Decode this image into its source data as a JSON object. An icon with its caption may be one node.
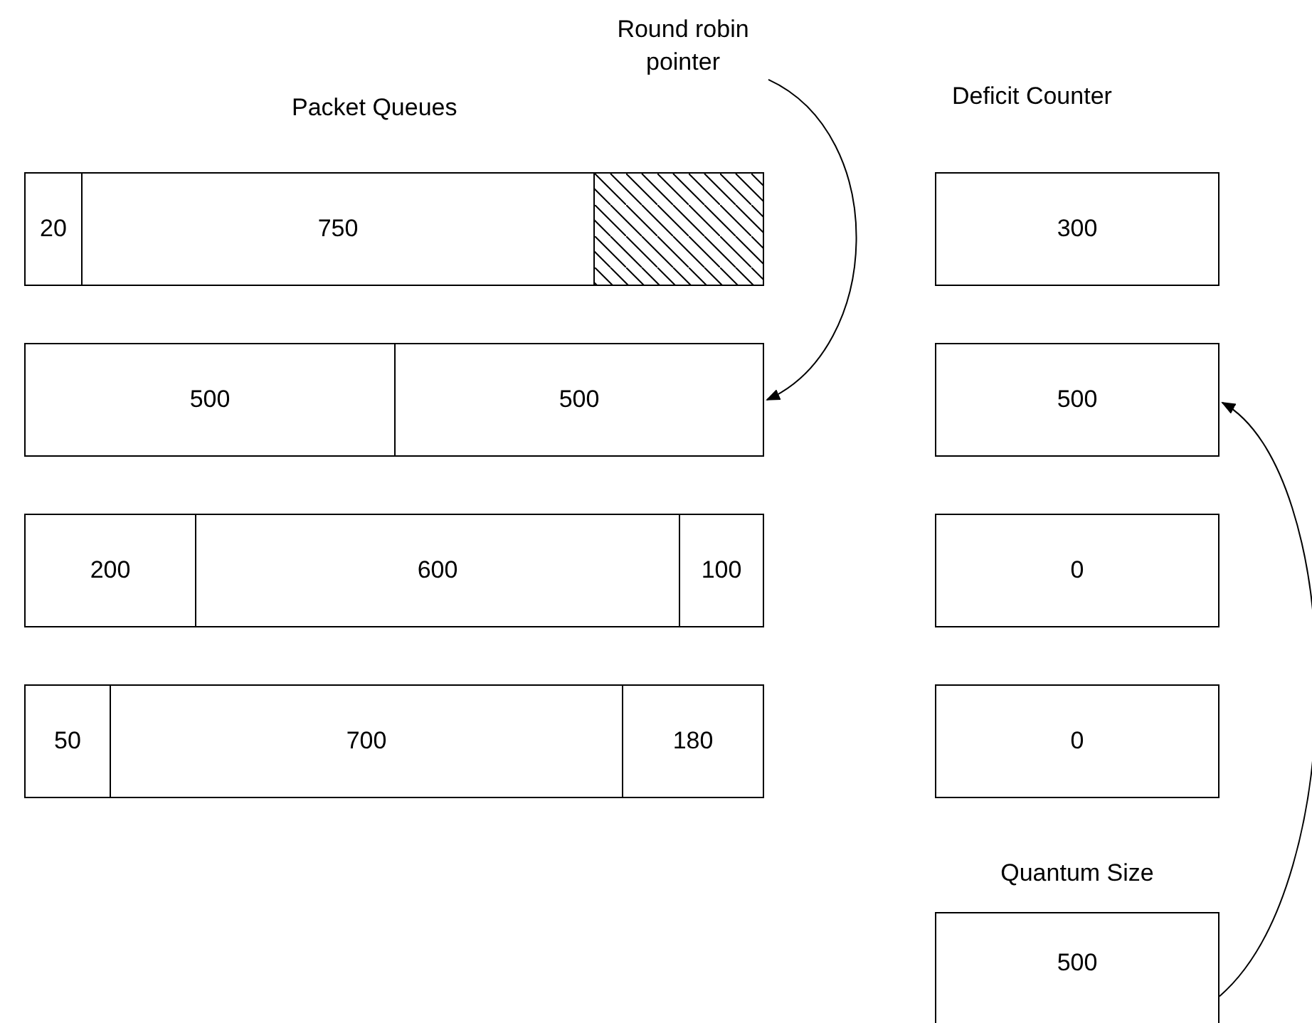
{
  "diagram": {
    "nodes": [
      {
        "text": [
          "Round robin pointer"
        ]
      },
      {
        "text": [
          "20"
        ]
      },
      {
        "text": [
          "750"
        ]
      },
      {
        "text": [],
        "shape": "box"
      },
      {
        "text": [
          "300"
        ]
      },
      {
        "text": [
          "500"
        ]
      },
      {
        "text": [
          "500"
        ]
      },
      {
        "text": [
          "500"
        ]
      },
      {
        "text": [
          "200"
        ]
      },
      {
        "text": [
          "600"
        ]
      },
      {
        "text": [
          "100"
        ]
      },
      {
        "text": [
          "0"
        ]
      },
      {
        "text": [
          "50"
        ]
      },
      {
        "text": [
          "700"
        ]
      },
      {
        "text": [
          "180"
        ]
      },
      {
        "text": [
          "0"
        ]
      },
      {
        "text": [
          "Quantum Size",
          "500"
        ]
      }
    ],
    "edges": [
      {
        "from": 0,
        "to": 6,
        "arrow": "to"
      },
      {
        "from": 16,
        "to": 7,
        "arrow": "to"
      }
    ],
    "labels": [
      "Packet Queues",
      "Deficit Counter"
    ]
  }
}
